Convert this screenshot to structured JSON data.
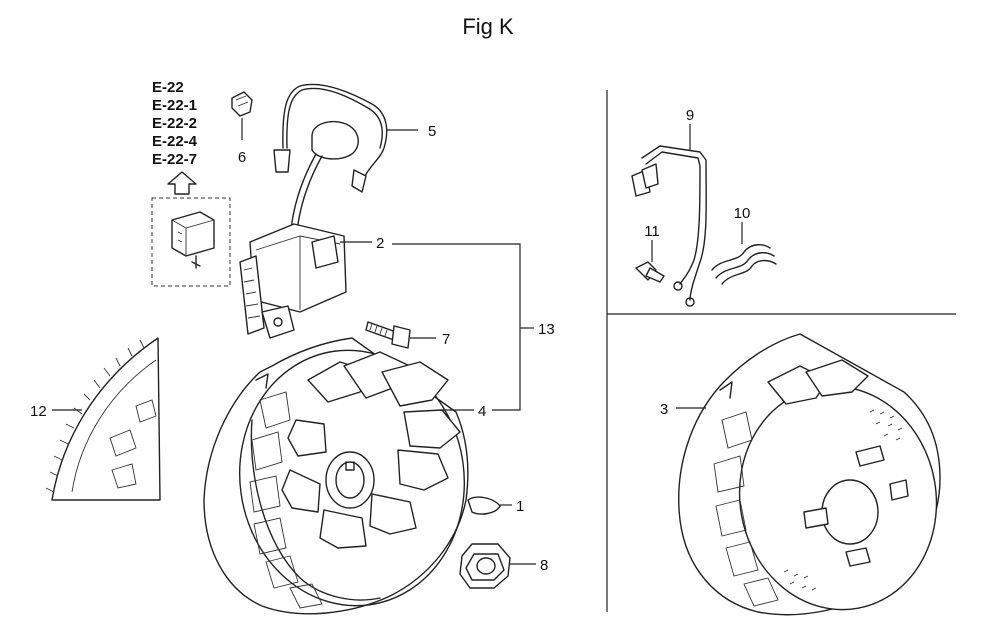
{
  "title": "Fig K",
  "refs": [
    "E-22",
    "E-22-1",
    "E-22-2",
    "E-22-4",
    "E-22-7"
  ],
  "labels": {
    "p1": "1",
    "p2": "2",
    "p3": "3",
    "p4": "4",
    "p5": "5",
    "p6": "6",
    "p7": "7",
    "p8": "8",
    "p9": "9",
    "p10": "10",
    "p11": "11",
    "p12": "12",
    "p13": "13"
  },
  "icons": {
    "up_arrow": "hollow-up-arrow-icon"
  }
}
